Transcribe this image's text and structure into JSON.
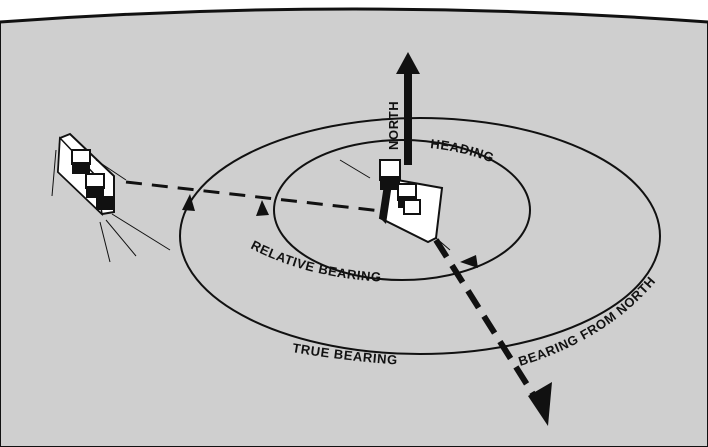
{
  "labels": {
    "north": "NORTH",
    "heading": "HEADING",
    "relative_bearing": "RELATIVE  BEARING",
    "true_bearing": "TRUE BEARING",
    "bearing_from_north": "BEARING FROM NORTH"
  },
  "colors": {
    "sea": "#cfcfcf",
    "ink": "#111111",
    "background": "#ffffff",
    "ship_hull": "#ffffff"
  }
}
